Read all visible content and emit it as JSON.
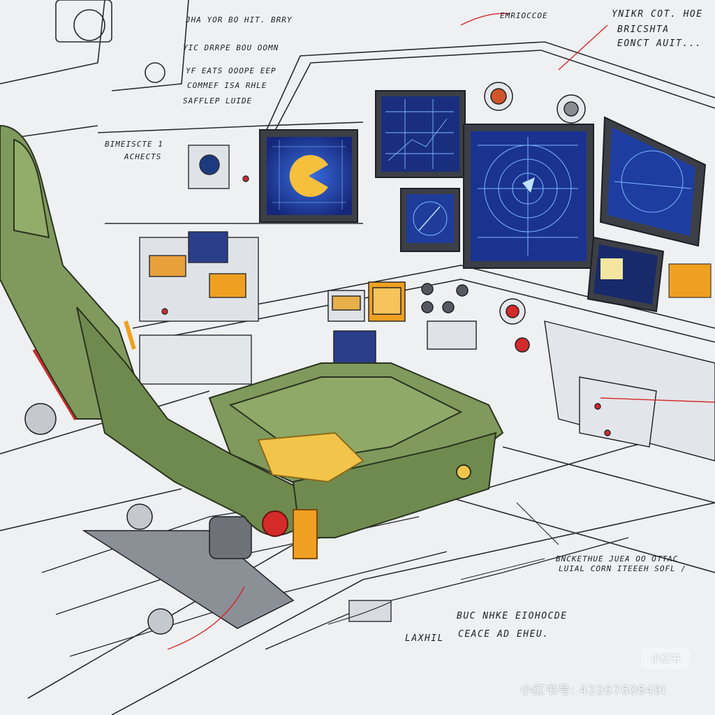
{
  "colors": {
    "paper": "#eef0f2",
    "ink": "#1e1f24",
    "seat_green": "#7f9a5c",
    "seat_shadow": "#5f7a44",
    "cushion_yellow": "#f2c44a",
    "screen_blue": "#1f3c9a",
    "screen_glow": "#6fb0ff",
    "accent_red": "#d42a2a",
    "amber": "#f0a020"
  },
  "annotations": {
    "top_left": [
      "JHA YOR BO HIT. BRRY",
      "YIC DRRPE BOU OOMN",
      "YF EATS OOOPE EEP",
      "COMMEF ISA RHLE",
      "SAFFLEP LUIDE"
    ],
    "left_panel": [
      "BIMEISCTE 1",
      "ACHECTS"
    ],
    "top_center": "EMRIOCCOE",
    "top_right": [
      "YNIKR COT. HOE",
      "BRICSHTA",
      "EONCT AUIT..."
    ],
    "lower_right": [
      "BNCKETHUE JUEA OO OTTAC",
      "LUIAL CORN ITEEEH SOFL /"
    ],
    "bottom_center": [
      "BUC NHKE EIOHOCDE",
      "CEACE AD EHEU."
    ],
    "bottom_left": "LAXHIL"
  },
  "watermark": {
    "badge": "小红书",
    "id": "小红书号: 4226760849I"
  }
}
